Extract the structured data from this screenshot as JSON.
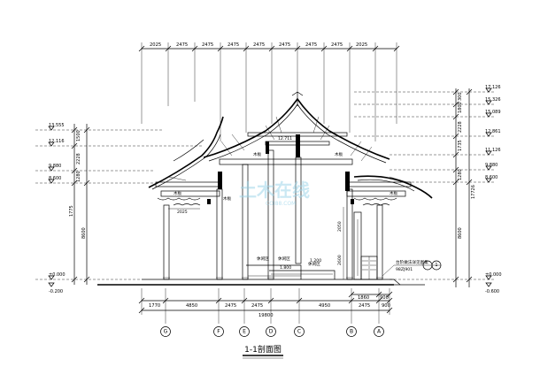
{
  "drawing": {
    "title": "1-1剖面图",
    "top_dims": [
      "2025",
      "2475",
      "2475",
      "2475",
      "2475",
      "2475",
      "2475",
      "2475",
      "2025"
    ],
    "bottom_dims": [
      "1770",
      "4850",
      "2475",
      "2475",
      "4950",
      "2475",
      "900"
    ],
    "bottom_total": "19800",
    "partial_dims": [
      "1860",
      "900"
    ],
    "axes": [
      "G",
      "F",
      "E",
      "D",
      "C",
      "B",
      "A"
    ],
    "left_levels": [
      "13.555",
      "12.116",
      "9.880",
      "8.600",
      "±0.000",
      "-0.200"
    ],
    "right_levels": [
      "17.126",
      "15.326",
      "15.089",
      "12.861",
      "11.126",
      "9.880",
      "8.600",
      "±0.000",
      "-0.600"
    ],
    "left_vdims": [
      "1500",
      "2228",
      "1280",
      "1775",
      "8600"
    ],
    "right_vdims": [
      "300",
      "1800",
      "2228",
      "1735",
      "1280",
      "17726",
      "8600"
    ],
    "inner_dims": [
      "2025",
      "2050",
      "2600"
    ],
    "ridge_level": "12.711",
    "floor_level": "1.200",
    "floor_dims": [
      "1.800"
    ],
    "room_labels": [
      "休闲区",
      "休闲区",
      "休闲区"
    ],
    "callout": "台阶做法详见图集",
    "callout_ref": "98ZJ901",
    "callout_sheet": "1",
    "watermark": "土木在线",
    "watermark_sub": "COI88.COM",
    "beam_labels": [
      "木板",
      "木板",
      "木板",
      "木板",
      "木板"
    ]
  }
}
